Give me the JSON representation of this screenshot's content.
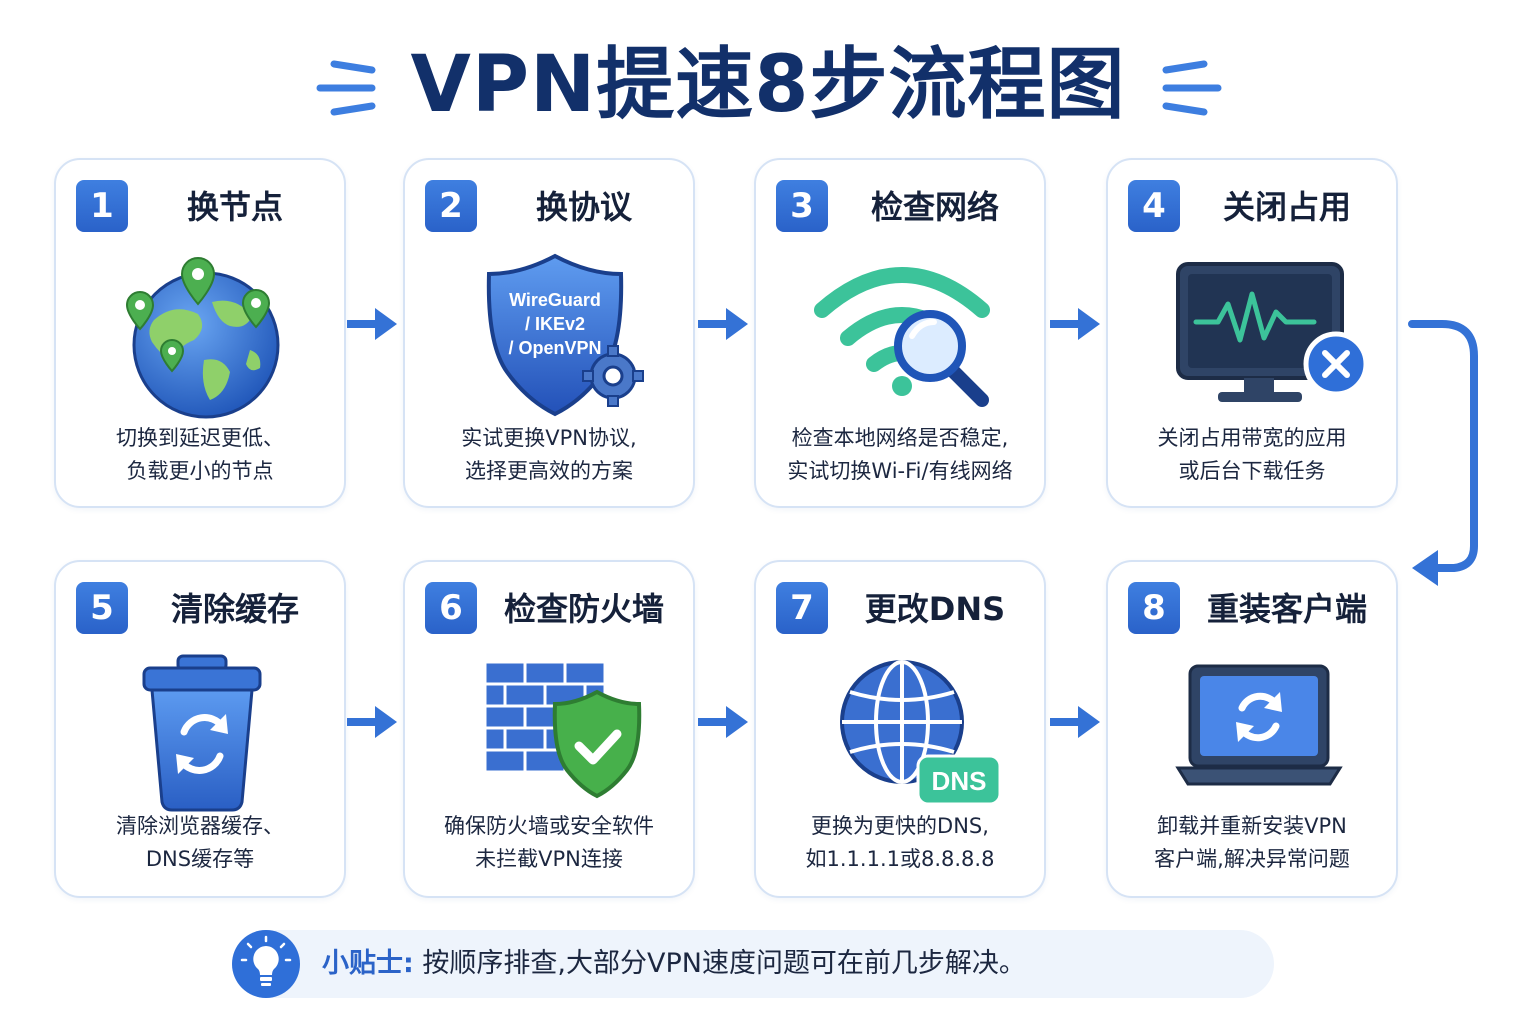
{
  "title": "VPN提速8步流程图",
  "steps": [
    {
      "number": "1",
      "title": "换节点",
      "desc_line1": "切换到延迟更低、",
      "desc_line2": "负载更小的节点"
    },
    {
      "number": "2",
      "title": "换协议",
      "desc_line1": "实试更换VPN协议,",
      "desc_line2": "选择更高效的方案",
      "icon_text": [
        "WireGuard",
        "/ IKEv2",
        "/ OpenVPN"
      ]
    },
    {
      "number": "3",
      "title": "检查网络",
      "desc_line1": "检查本地网络是否稳定,",
      "desc_line2": "实试切换Wi-Fi/有线网络"
    },
    {
      "number": "4",
      "title": "关闭占用",
      "desc_line1": "关闭占用带宽的应用",
      "desc_line2": "或后台下载任务"
    },
    {
      "number": "5",
      "title": "清除缓存",
      "desc_line1": "清除浏览器缓存、",
      "desc_line2": "DNS缓存等"
    },
    {
      "number": "6",
      "title": "检查防火墙",
      "desc_line1": "确保防火墙或安全软件",
      "desc_line2": "未拦截VPN连接"
    },
    {
      "number": "7",
      "title": "更改DNS",
      "desc_line1": "更换为更快的DNS,",
      "desc_line2": "如1.1.1.1或8.8.8.8",
      "icon_text": "DNS"
    },
    {
      "number": "8",
      "title": "重装客户端",
      "desc_line1": "卸载并重新安装VPN",
      "desc_line2": "客户端,解决异常问题"
    }
  ],
  "tip": {
    "label": "小贴士:",
    "text": "按顺序排查,大部分VPN速度问题可在前几步解决。"
  },
  "icons": [
    "globe-pins-icon",
    "shield-gear-icon",
    "wifi-magnifier-icon",
    "monitor-close-icon",
    "trash-refresh-icon",
    "firewall-shield-icon",
    "globe-dns-icon",
    "laptop-refresh-icon",
    "lightbulb-icon",
    "arrow-right-icon"
  ],
  "colors": {
    "title": "#12306a",
    "accent": "#2b63c8",
    "badge": "#3472d6",
    "border": "#d6e3f5",
    "green": "#4caf50",
    "teal": "#3cc39a"
  }
}
